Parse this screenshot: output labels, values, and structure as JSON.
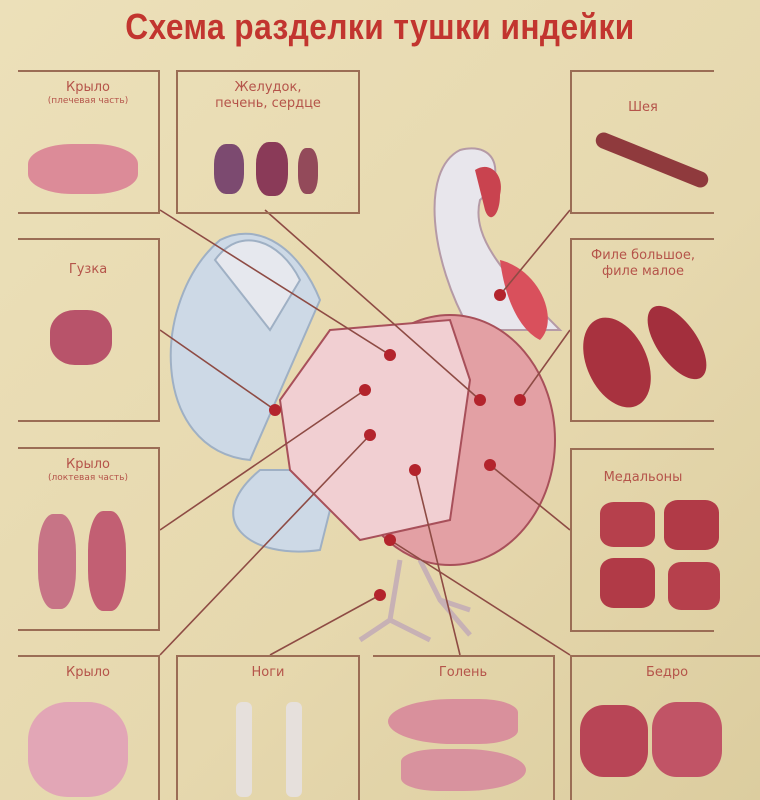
{
  "title": "Схема разделки тушки индейки",
  "panels": {
    "wing_shoulder": {
      "label": "Крыло",
      "sub": "(плечевая часть)"
    },
    "giblets": {
      "label": "Желудок,",
      "label2": "печень, сердце"
    },
    "neck": {
      "label": "Шея"
    },
    "tail": {
      "label": "Гузка"
    },
    "fillet": {
      "label": "Филе большое,",
      "label2": "филе малое"
    },
    "wing_elbow": {
      "label": "Крыло",
      "sub": "(локтевая часть)"
    },
    "medallions": {
      "label": "Медальоны"
    },
    "wing": {
      "label": "Крыло"
    },
    "feet": {
      "label": "Ноги"
    },
    "drumstick": {
      "label": "Голень"
    },
    "thigh": {
      "label": "Бедро"
    }
  },
  "colors": {
    "title": "#c2352f",
    "label": "#b5544a",
    "meat": "#b8454f",
    "line": "#9b6d55"
  }
}
